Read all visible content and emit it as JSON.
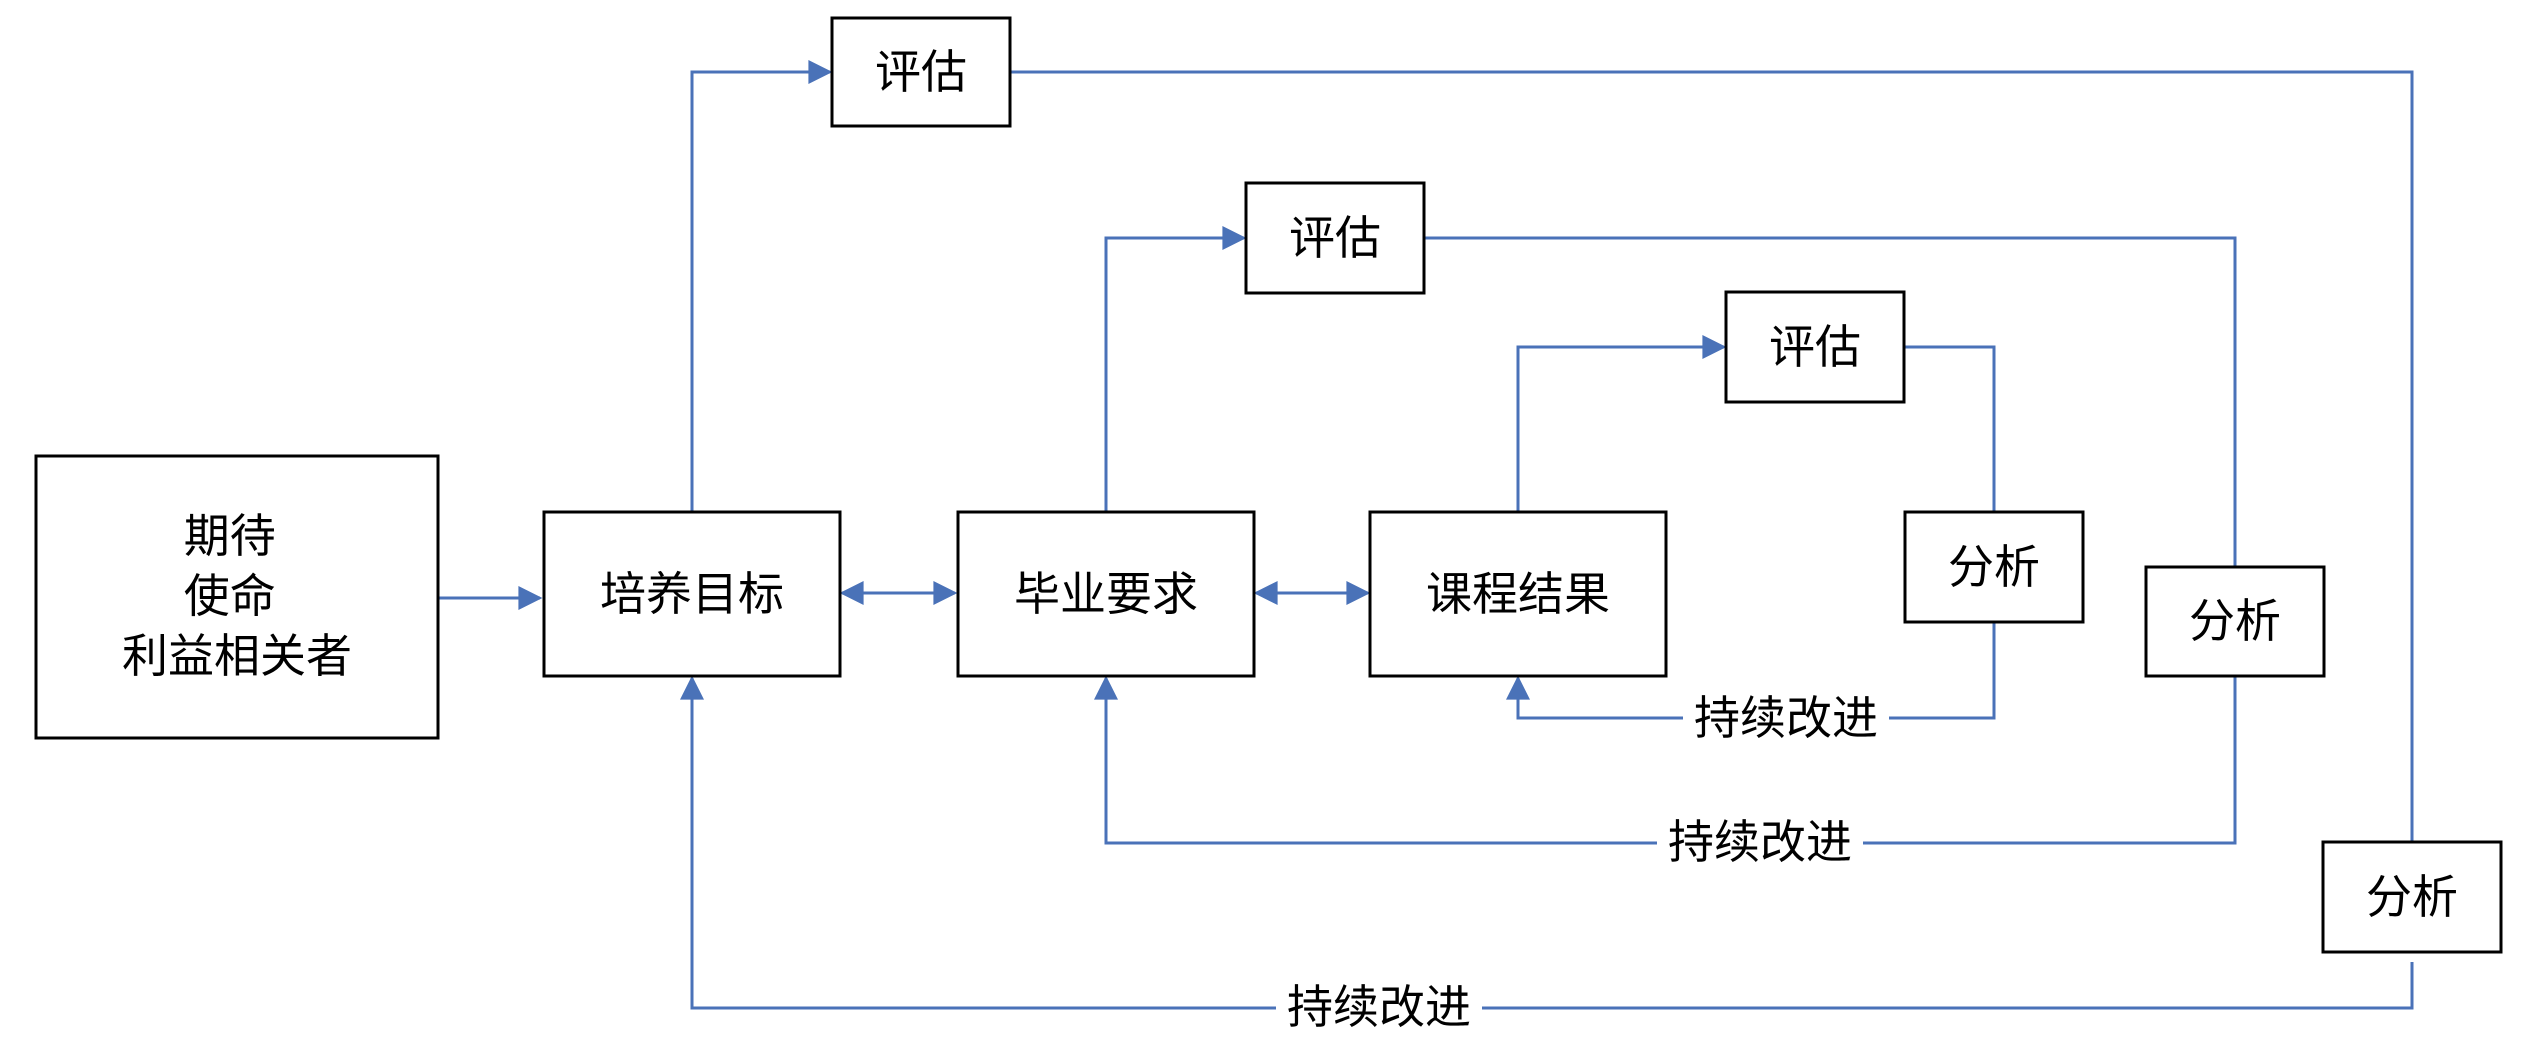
{
  "colors": {
    "connector": "#4a72b8",
    "box_border": "#000000",
    "text": "#000000",
    "background": "#ffffff"
  },
  "nodes": {
    "stakeholders": [
      "期待",
      "使命",
      "利益相关者"
    ],
    "objectives": "培养目标",
    "graduation": "毕业要求",
    "course": "课程结果",
    "evaluate_outer": "评估",
    "evaluate_middle": "评估",
    "evaluate_inner": "评估",
    "analysis_inner": "分析",
    "analysis_middle": "分析",
    "analysis_outer": "分析"
  },
  "loops": {
    "inner": "持续改进",
    "middle": "持续改进",
    "outer": "持续改进"
  }
}
